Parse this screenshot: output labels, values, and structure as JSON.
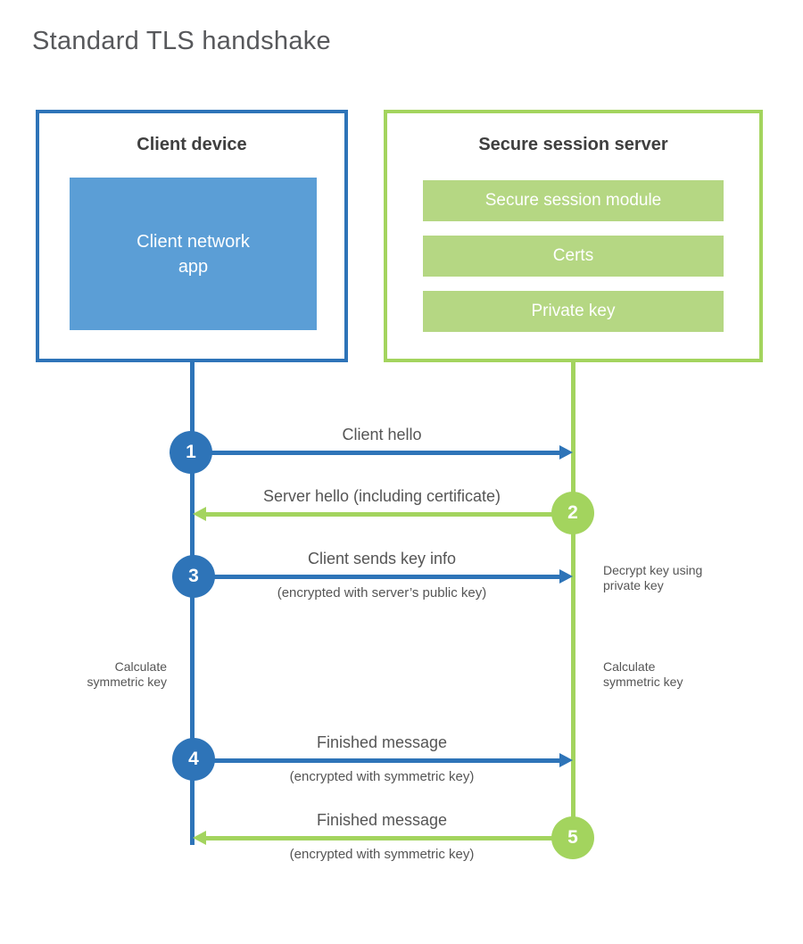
{
  "title": "Standard TLS handshake",
  "client": {
    "title": "Client device",
    "app_label_line1": "Client network",
    "app_label_line2": "app"
  },
  "server": {
    "title": "Secure session server",
    "modules": [
      "Secure session module",
      "Certs",
      "Private key"
    ]
  },
  "messages": [
    {
      "num": "1",
      "label": "Client hello",
      "sub": "",
      "direction": "right",
      "color": "blue"
    },
    {
      "num": "2",
      "label": "Server hello (including certificate)",
      "sub": "",
      "direction": "left",
      "color": "green"
    },
    {
      "num": "3",
      "label": "Client sends key info",
      "sub": "(encrypted with server’s public key)",
      "direction": "right",
      "color": "blue"
    },
    {
      "num": "4",
      "label": "Finished message",
      "sub": "(encrypted with symmetric key)",
      "direction": "right",
      "color": "blue"
    },
    {
      "num": "5",
      "label": "Finished message",
      "sub": "(encrypted with symmetric key)",
      "direction": "left",
      "color": "green"
    }
  ],
  "annotations": {
    "decrypt": {
      "line1": "Decrypt key using",
      "line2": "private key"
    },
    "calc_left": {
      "line1": "Calculate",
      "line2": "symmetric key"
    },
    "calc_right": {
      "line1": "Calculate",
      "line2": "symmetric key"
    }
  },
  "colors": {
    "blue_line": "#2e74b8",
    "blue_fill": "#5b9ed6",
    "green_line": "#a3d45e",
    "green_fill": "#b5d783",
    "heading_text": "#3f3f3f",
    "label_text": "#555555",
    "title_text": "#57585b"
  }
}
